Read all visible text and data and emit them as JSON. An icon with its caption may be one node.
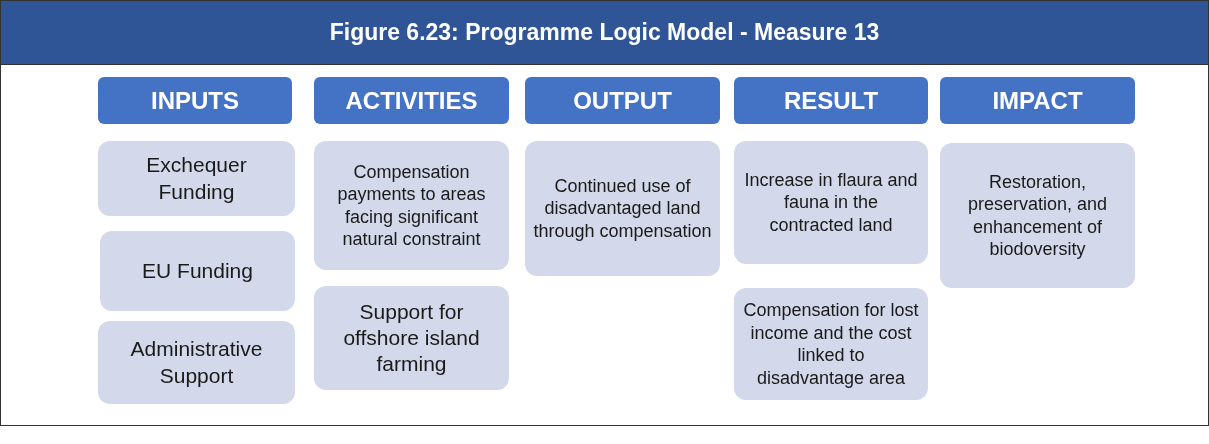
{
  "diagram": {
    "title": "Figure 6.23: Programme Logic Model - Measure 13",
    "nodes": [
      {
        "text": [
          "INPUTS"
        ]
      },
      {
        "text": [
          "ACTIVITIES"
        ]
      },
      {
        "text": [
          "OUTPUT"
        ]
      },
      {
        "text": [
          "RESULT"
        ]
      },
      {
        "text": [
          "IMPACT"
        ]
      },
      {
        "text": [
          "Exchequer Funding"
        ]
      },
      {
        "text": [
          "EU Funding"
        ]
      },
      {
        "text": [
          "Administrative Support"
        ]
      },
      {
        "text": [
          "Compensation payments to areas facing significant natural constraint"
        ]
      },
      {
        "text": [
          "Support for offshore island farming"
        ]
      },
      {
        "text": [
          "Continued use of disadvantaged land through compensation"
        ]
      },
      {
        "text": [
          "Increase in flaura and fauna in the contracted land"
        ]
      },
      {
        "text": [
          "Compensation for lost income and the cost linked to disadvantage area"
        ]
      },
      {
        "text": [
          "Restoration, preservation, and enhancement of biodoversity"
        ]
      }
    ]
  }
}
